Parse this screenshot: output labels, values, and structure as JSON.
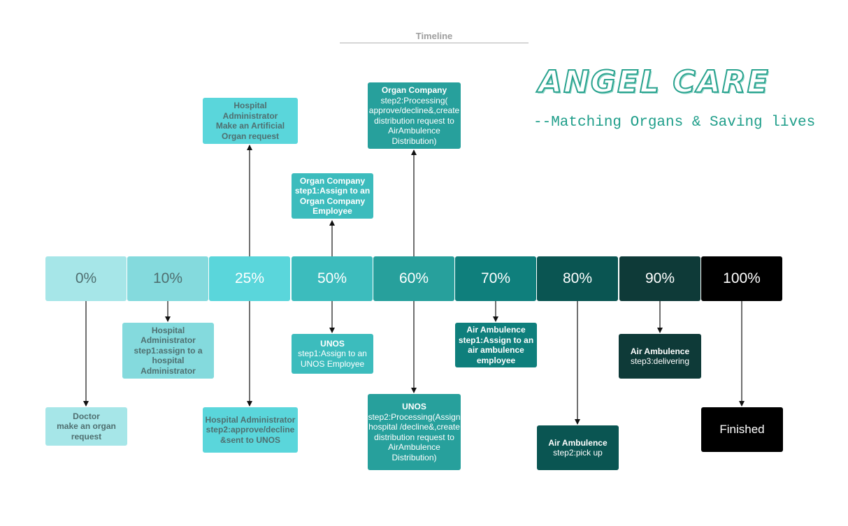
{
  "header": {
    "title": "Timeline"
  },
  "brand": {
    "name": "ANGEL CARE",
    "tagline": "--Matching Organs & Saving lives"
  },
  "stages": [
    {
      "label": "0%",
      "bg": "#a6e6e8",
      "fg": "#4f6f70"
    },
    {
      "label": "10%",
      "bg": "#84dadd",
      "fg": "#4f6f70"
    },
    {
      "label": "25%",
      "bg": "#5ad6db",
      "fg": "#ffffff"
    },
    {
      "label": "50%",
      "bg": "#3cbcbd",
      "fg": "#ffffff"
    },
    {
      "label": "60%",
      "bg": "#27a09c",
      "fg": "#ffffff"
    },
    {
      "label": "70%",
      "bg": "#0f7f7c",
      "fg": "#ffffff"
    },
    {
      "label": "80%",
      "bg": "#0a5552",
      "fg": "#ffffff"
    },
    {
      "label": "90%",
      "bg": "#0e3a38",
      "fg": "#ffffff"
    },
    {
      "label": "100%",
      "bg": "#000000",
      "fg": "#ffffff"
    }
  ],
  "boxes": {
    "doctor": {
      "title": "Doctor",
      "text": "make an organ request"
    },
    "hosp_step1": {
      "title": "Hospital Administrator step1:assign to a hospital Administrator",
      "text": ""
    },
    "hosp_request": {
      "title": "Hospital Administrator Make an Artificial Organ request",
      "text": ""
    },
    "hosp_step2": {
      "title": "Hospital Administrator step2:approve/decline &sent to UNOS",
      "text": ""
    },
    "organ_step1": {
      "title": "Organ Company step1:Assign to an Organ Company Employee",
      "text": ""
    },
    "unos_step1": {
      "title": "UNOS",
      "text": "step1:Assign to an UNOS Employee"
    },
    "organ_step2": {
      "title": "Organ Company",
      "text": "step2:Processing( approve/decline&,create distribution request to AirAmbulence Distribution)"
    },
    "unos_step2": {
      "title": "UNOS",
      "text": "step2:Processing(Assign hospital /decline&,create distribution request to AirAmbulence Distribution)"
    },
    "air_step1": {
      "title": "Air Ambulence step1:Assign to an air ambulence employee",
      "text": ""
    },
    "air_step2": {
      "title": "Air Ambulence",
      "text": "step2:pick up"
    },
    "air_step3": {
      "title": "Air Ambulence",
      "text": "step3:delivering"
    },
    "finished": {
      "title": "",
      "text": "Finished"
    }
  },
  "colors": {
    "arrow": "#111111",
    "tagline": "#1f9e8a",
    "brand_stroke": "#2aa38f"
  }
}
